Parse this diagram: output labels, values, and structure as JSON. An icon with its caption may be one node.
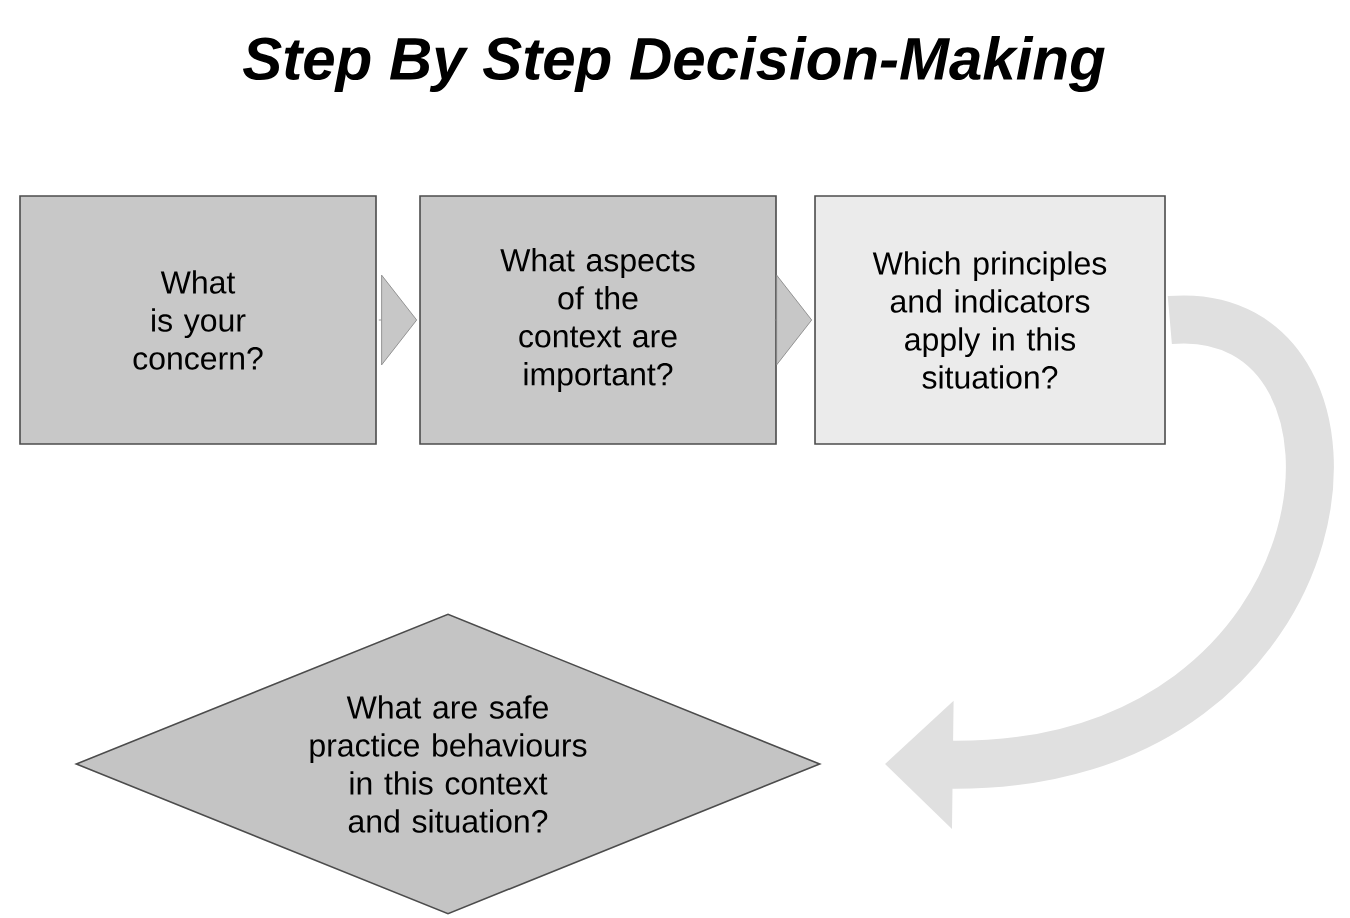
{
  "diagram": {
    "title": "Step By Step Decision-Making",
    "nodes": [
      {
        "text": [
          "What is your concern?"
        ]
      },
      {
        "text": [
          "What aspects of the context are important?"
        ]
      },
      {
        "text": [
          "Which principles and indicators apply in this situation?"
        ]
      },
      {
        "text": [
          "What are safe practice behaviours in this context and situation?"
        ]
      }
    ],
    "edges": [
      {
        "from": 0,
        "to": 1,
        "arrow": "to"
      },
      {
        "from": 1,
        "to": 2,
        "arrow": "to"
      },
      {
        "from": 2,
        "to": 3,
        "arrow": "to",
        "style": "thick",
        "color": "#e0e0e0"
      }
    ]
  }
}
